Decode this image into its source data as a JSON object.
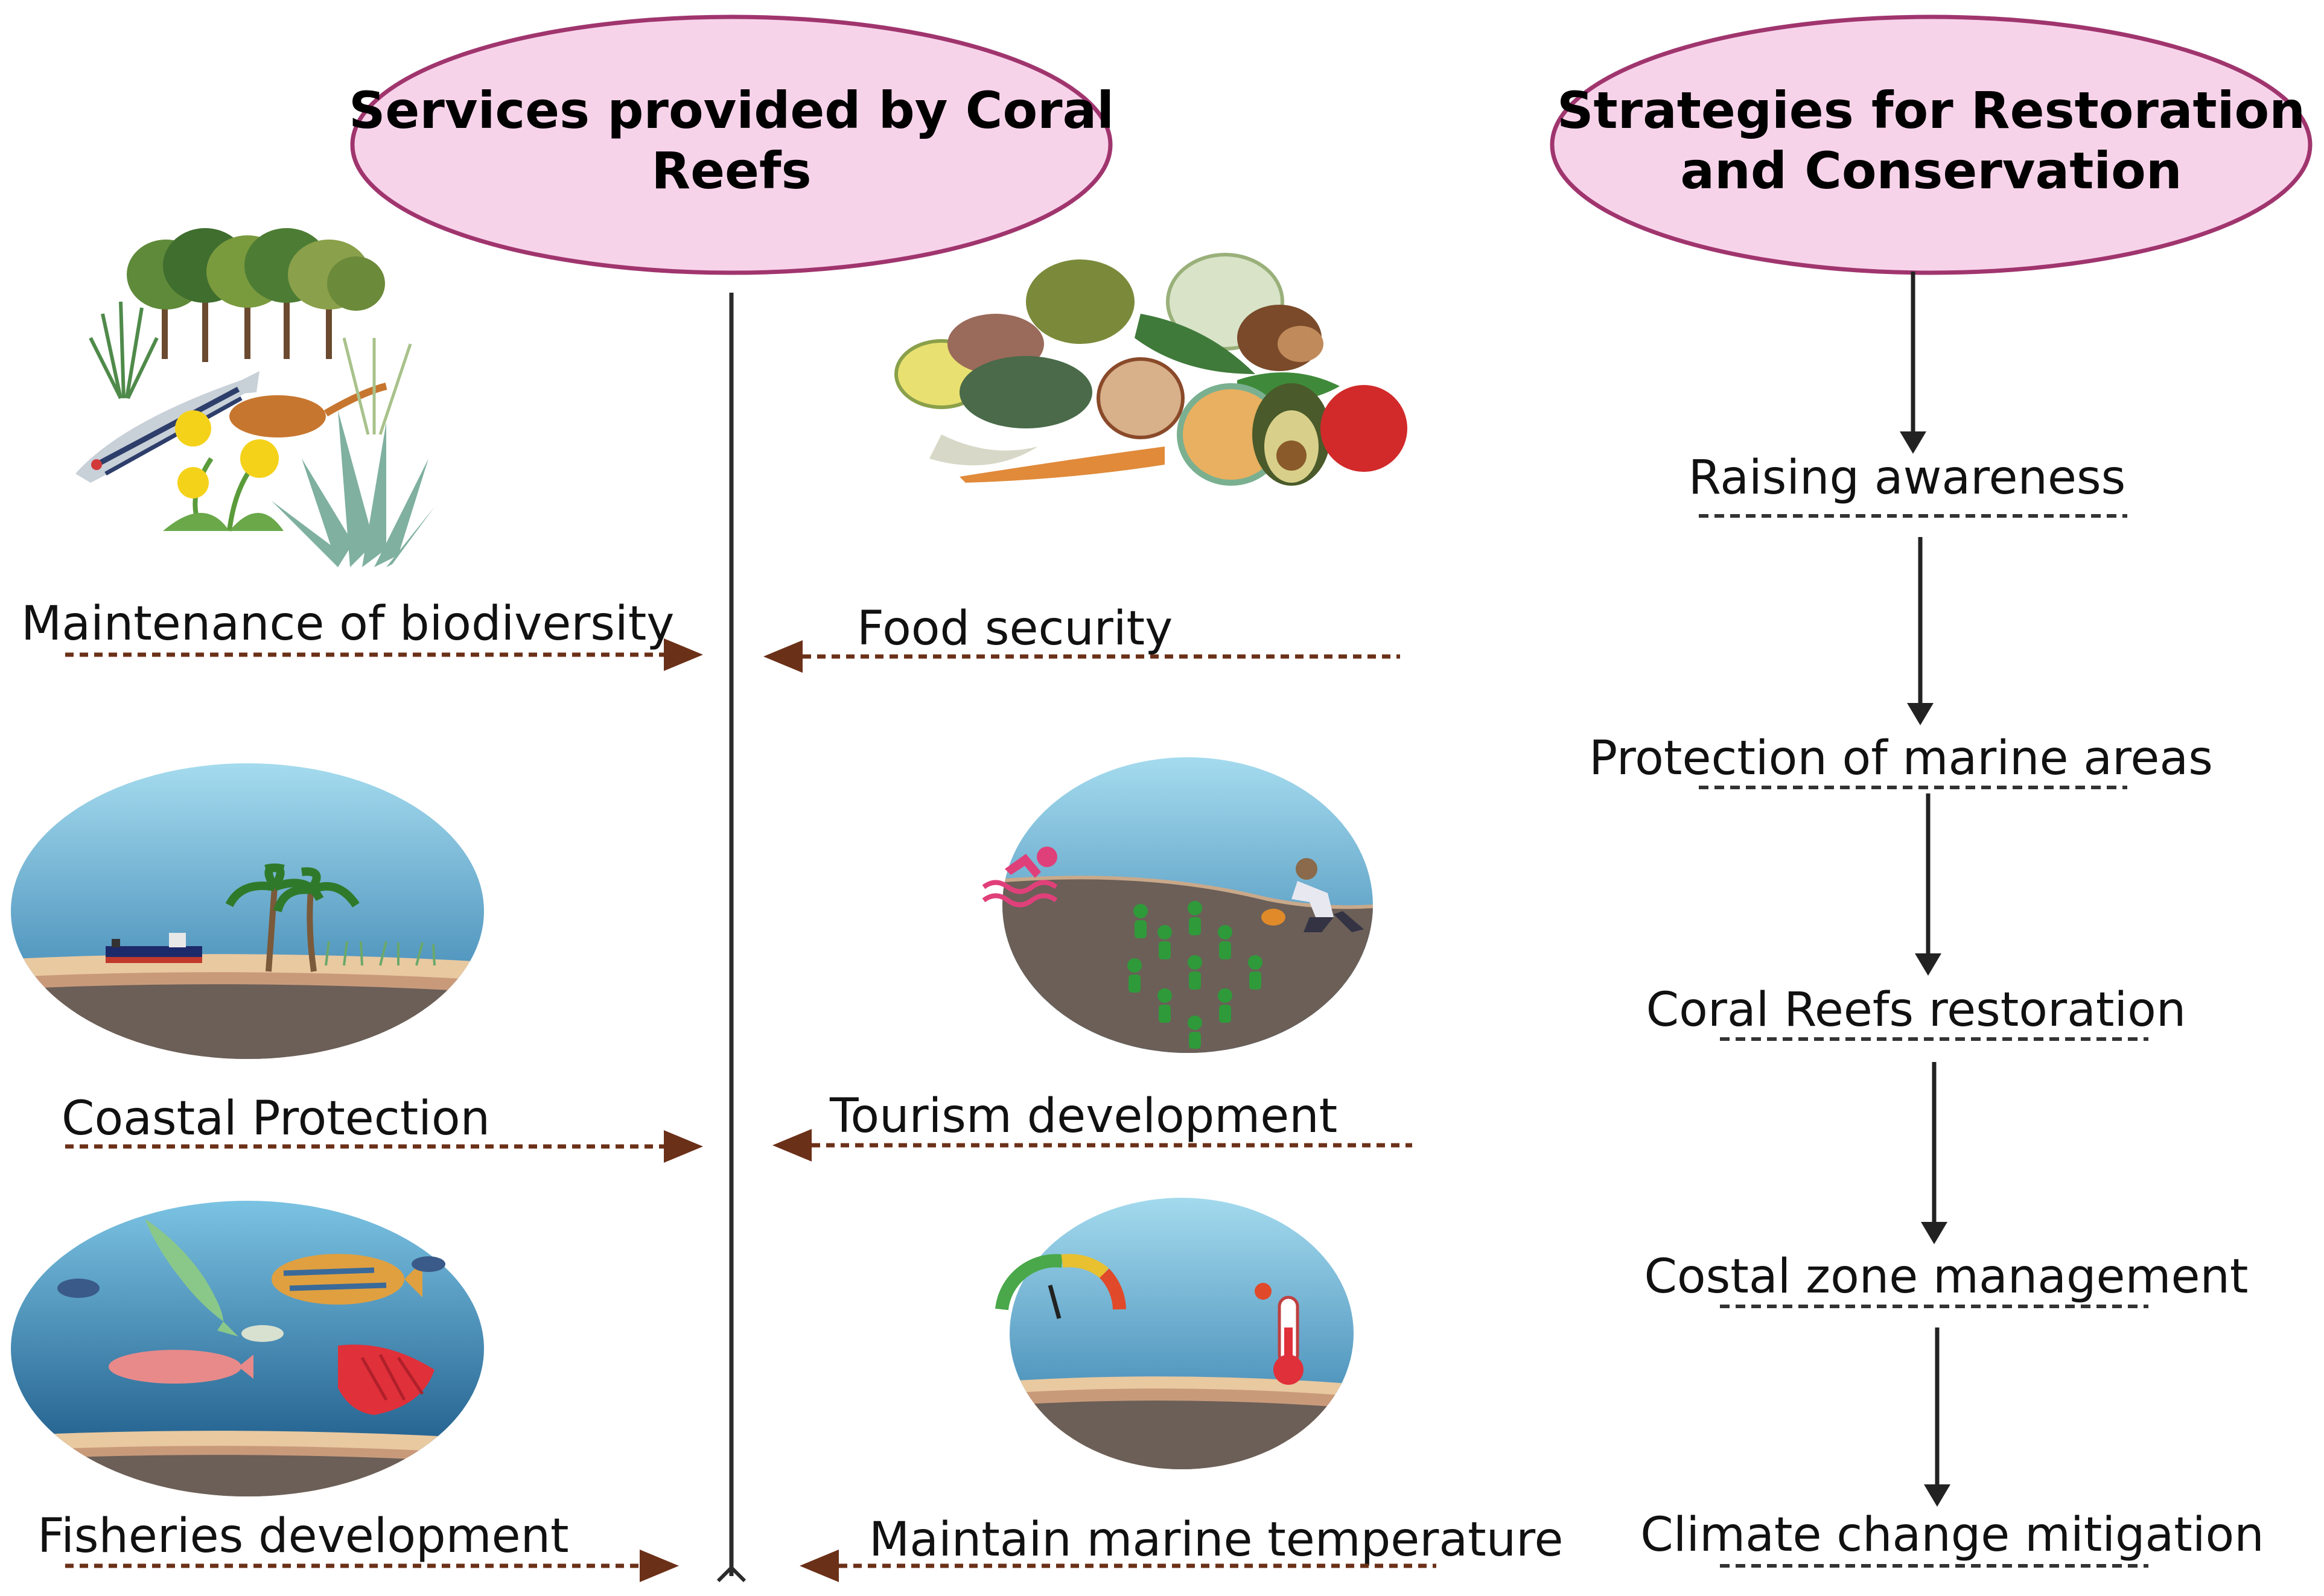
{
  "header": {
    "services_title": [
      "Services provided by Coral",
      "Reefs"
    ],
    "strategies_title": [
      "Strategies for Restoration",
      "and Conservation"
    ]
  },
  "services": {
    "biodiversity": "Maintenance of biodiversity",
    "food": "Food security",
    "coastal": "Coastal Protection",
    "tourism": "Tourism development",
    "fisheries": "Fisheries development",
    "temperature": "Maintain marine temperature"
  },
  "strategies": [
    "Raising awareness",
    "Protection of marine areas",
    "Coral Reefs restoration",
    "Costal zone management",
    "Climate change mitigation"
  ],
  "colors": {
    "ellipse_fill": "#f7d3ea",
    "ellipse_stroke": "#a0356e",
    "arrow_brown": "#6b3018",
    "sea_top": "#9fd6ec",
    "sea_bottom": "#1e6a9c",
    "sand": "#e8c9a0",
    "ground": "#6a5f57"
  }
}
